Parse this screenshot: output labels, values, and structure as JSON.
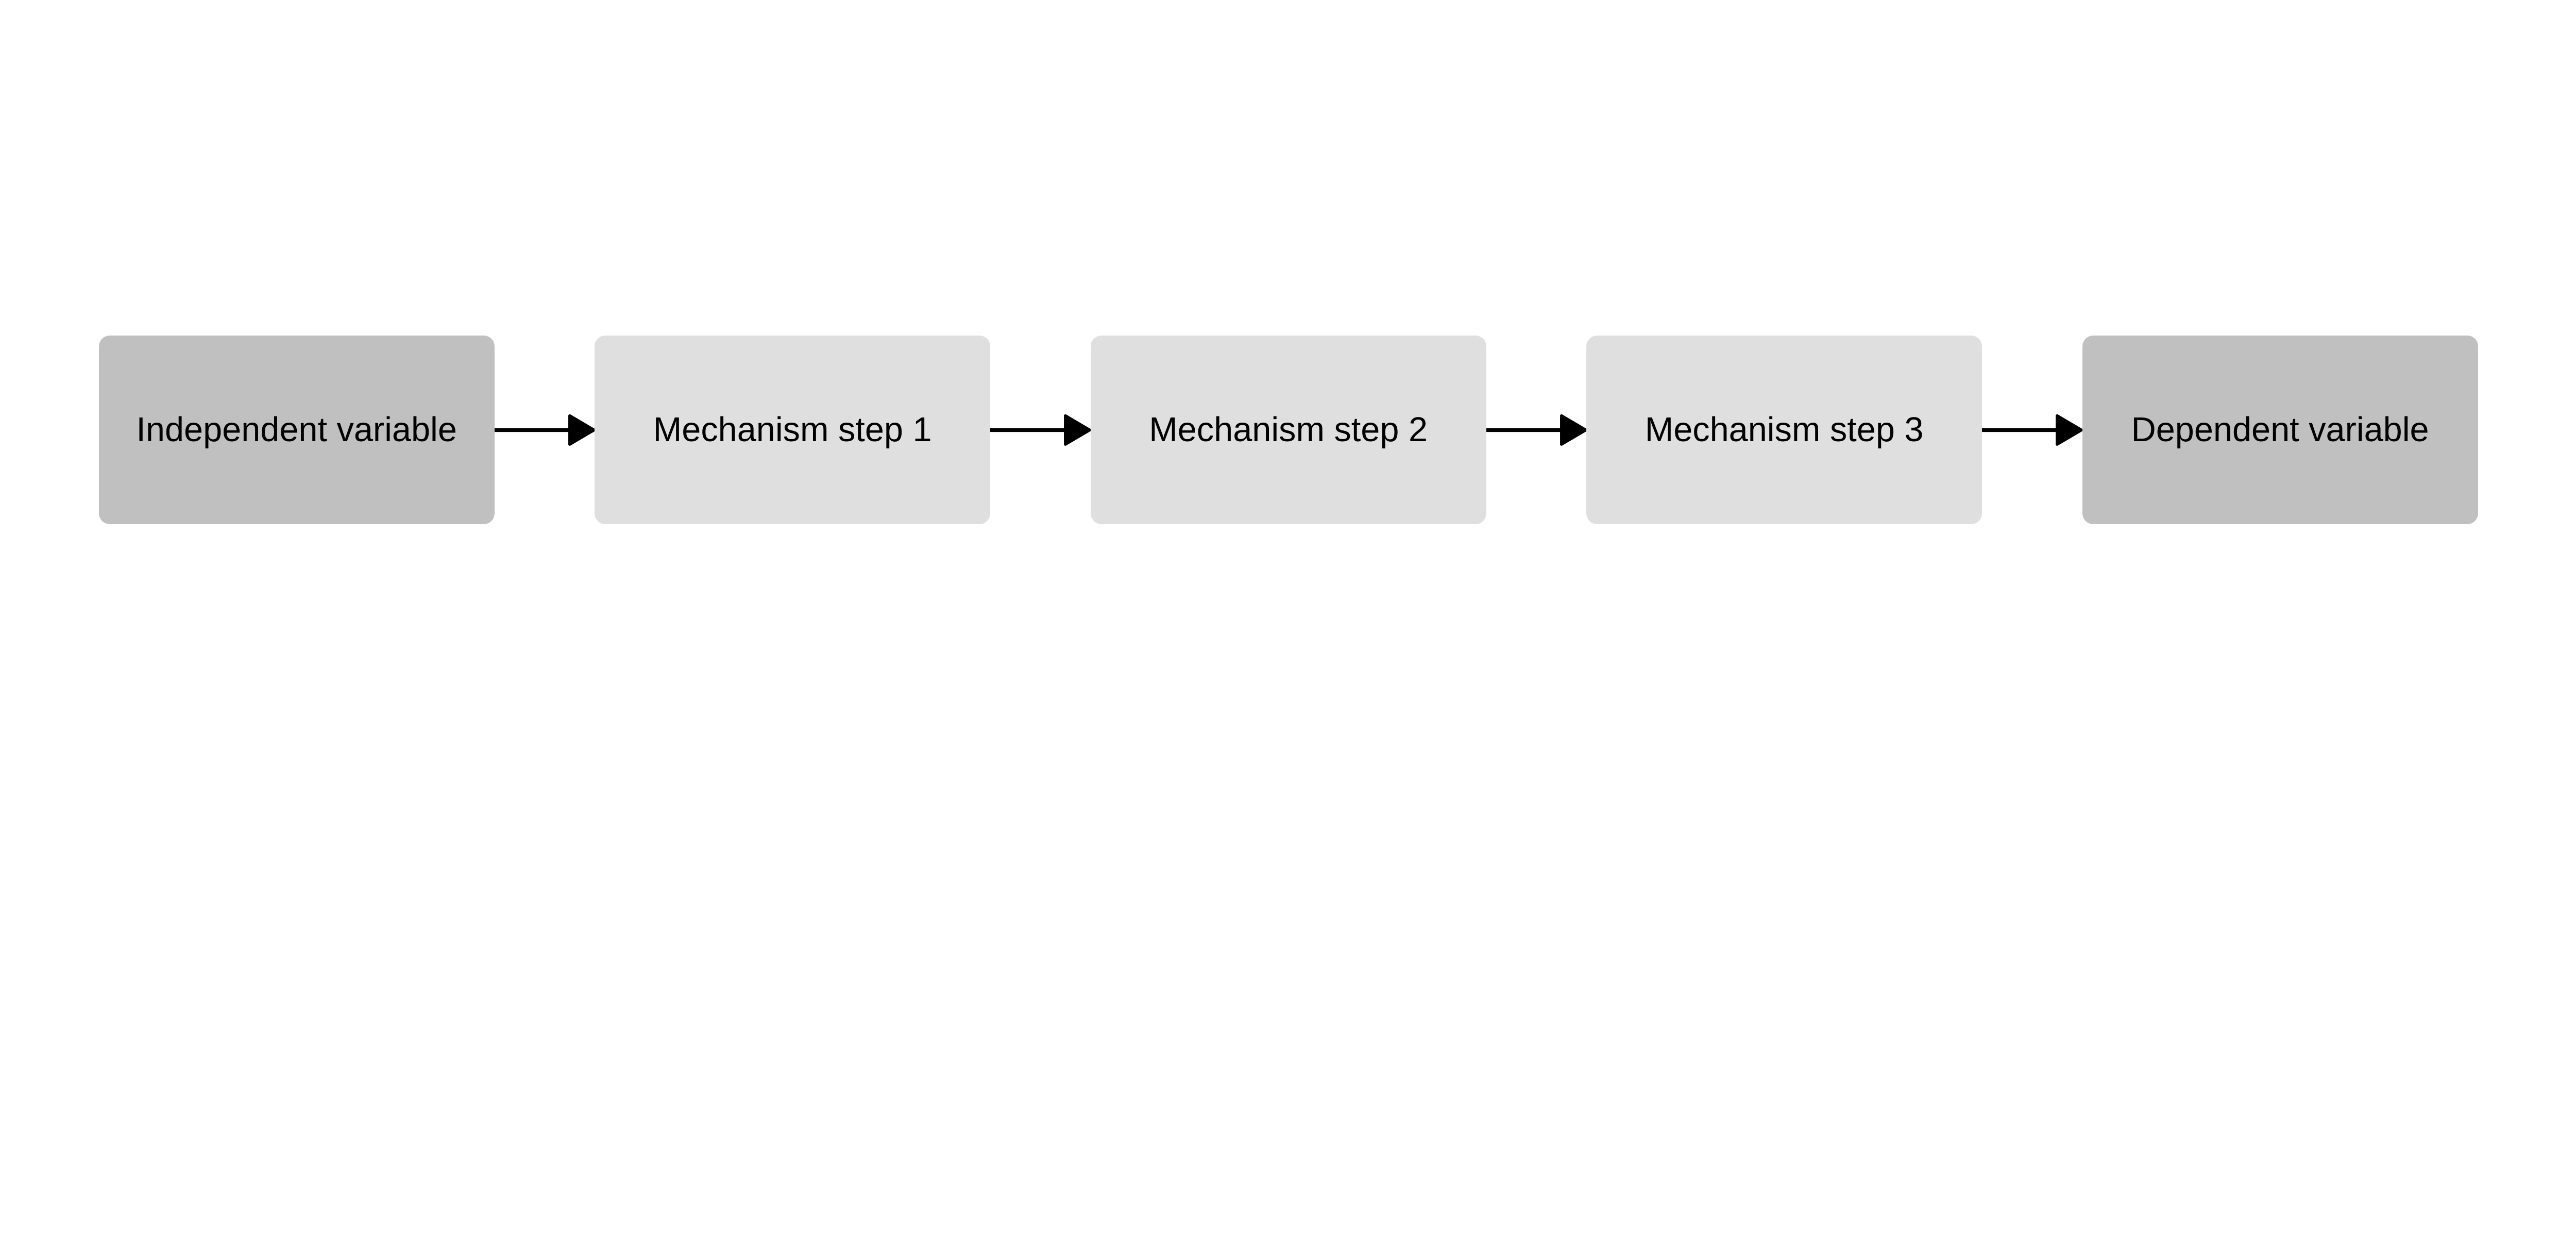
{
  "nodes": [
    {
      "label": "Independent variable",
      "color": "#c0c0c0"
    },
    {
      "label": "Mechanism step 1",
      "color": "#dfdfdf"
    },
    {
      "label": "Mechanism step 2",
      "color": "#dfdfdf"
    },
    {
      "label": "Mechanism step 3",
      "color": "#dfdfdf"
    },
    {
      "label": "Dependent variable",
      "color": "#c0c0c0"
    }
  ],
  "edges": [
    {
      "from": 0,
      "to": 1
    },
    {
      "from": 1,
      "to": 2
    },
    {
      "from": 2,
      "to": 3
    },
    {
      "from": 3,
      "to": 4
    }
  ],
  "arrow_color": "#000000"
}
